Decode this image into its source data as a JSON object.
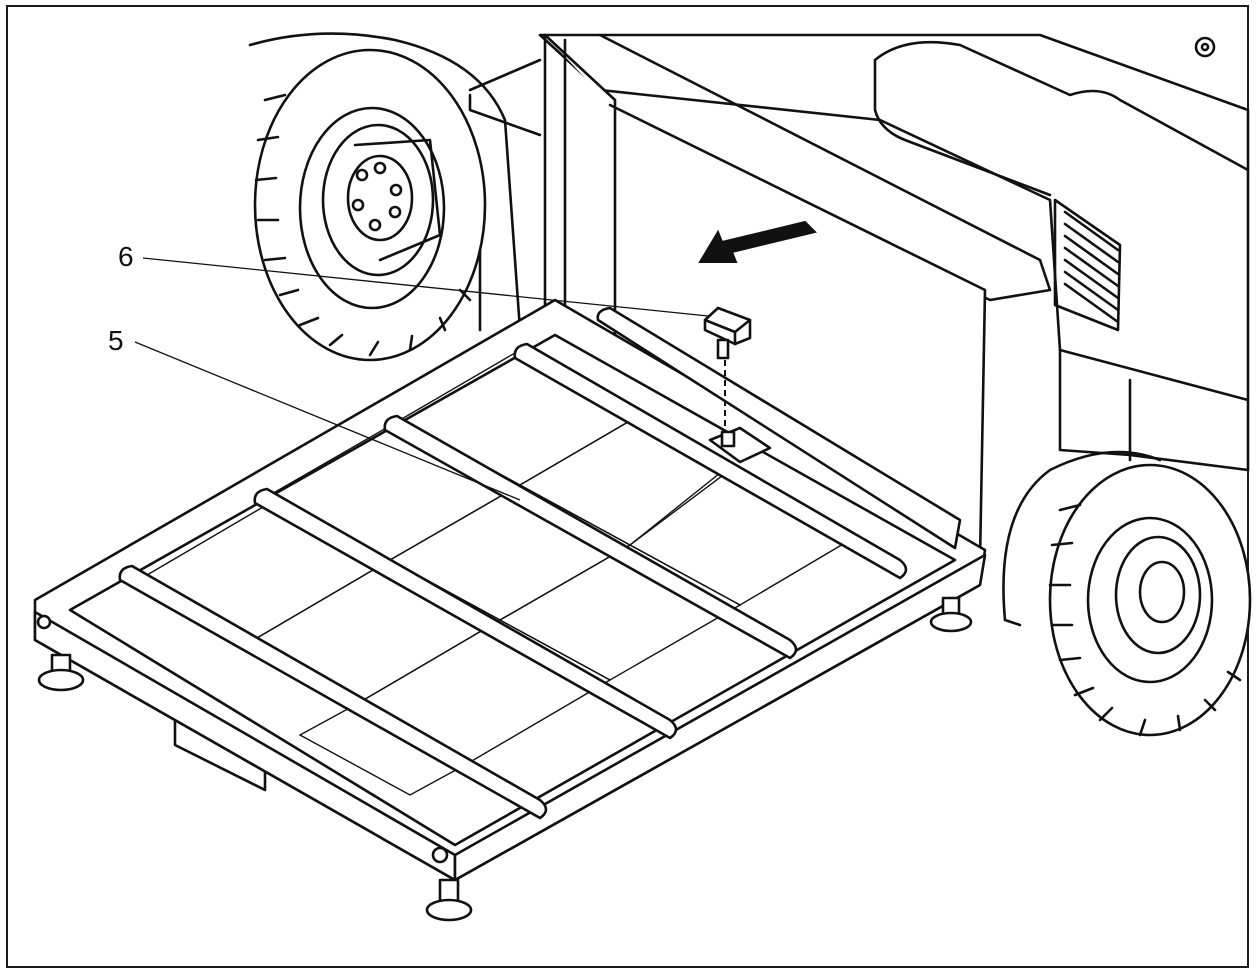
{
  "callouts": [
    {
      "id": "callout-6",
      "label": "6"
    },
    {
      "id": "callout-5",
      "label": "5"
    }
  ],
  "colors": {
    "line": "#111111",
    "background": "#ffffff"
  },
  "icons": [
    "direction-arrow-icon",
    "fastening-pin-icon"
  ]
}
